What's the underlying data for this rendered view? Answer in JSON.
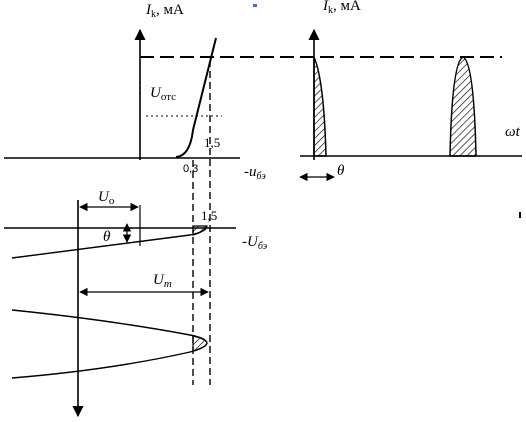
{
  "labels": {
    "ik_left_sym": "I",
    "ik_left_sub": "k",
    "ik_left_unit": ", мА",
    "ik_right_sym": "I",
    "ik_right_sub": "k",
    "ik_right_unit": ", мА",
    "u_otc_sym": "U",
    "u_otc_sub": "отс",
    "val_15_top": "1,5",
    "val_03": "0,3",
    "neg_ube_top": "-u",
    "neg_ube_top_sub": "бэ",
    "omega_t": "ωt",
    "theta_right": "θ",
    "u0_sym": "U",
    "u0_sub": "о",
    "theta_left": "θ",
    "val_15_bottom": "1,5",
    "neg_ube_bottom": "-U",
    "neg_ube_bottom_sub": "бэ",
    "um_sym": "U",
    "um_sub": "m"
  },
  "colors": {
    "stroke": "#000000",
    "accent_dot": "#4472c4"
  }
}
